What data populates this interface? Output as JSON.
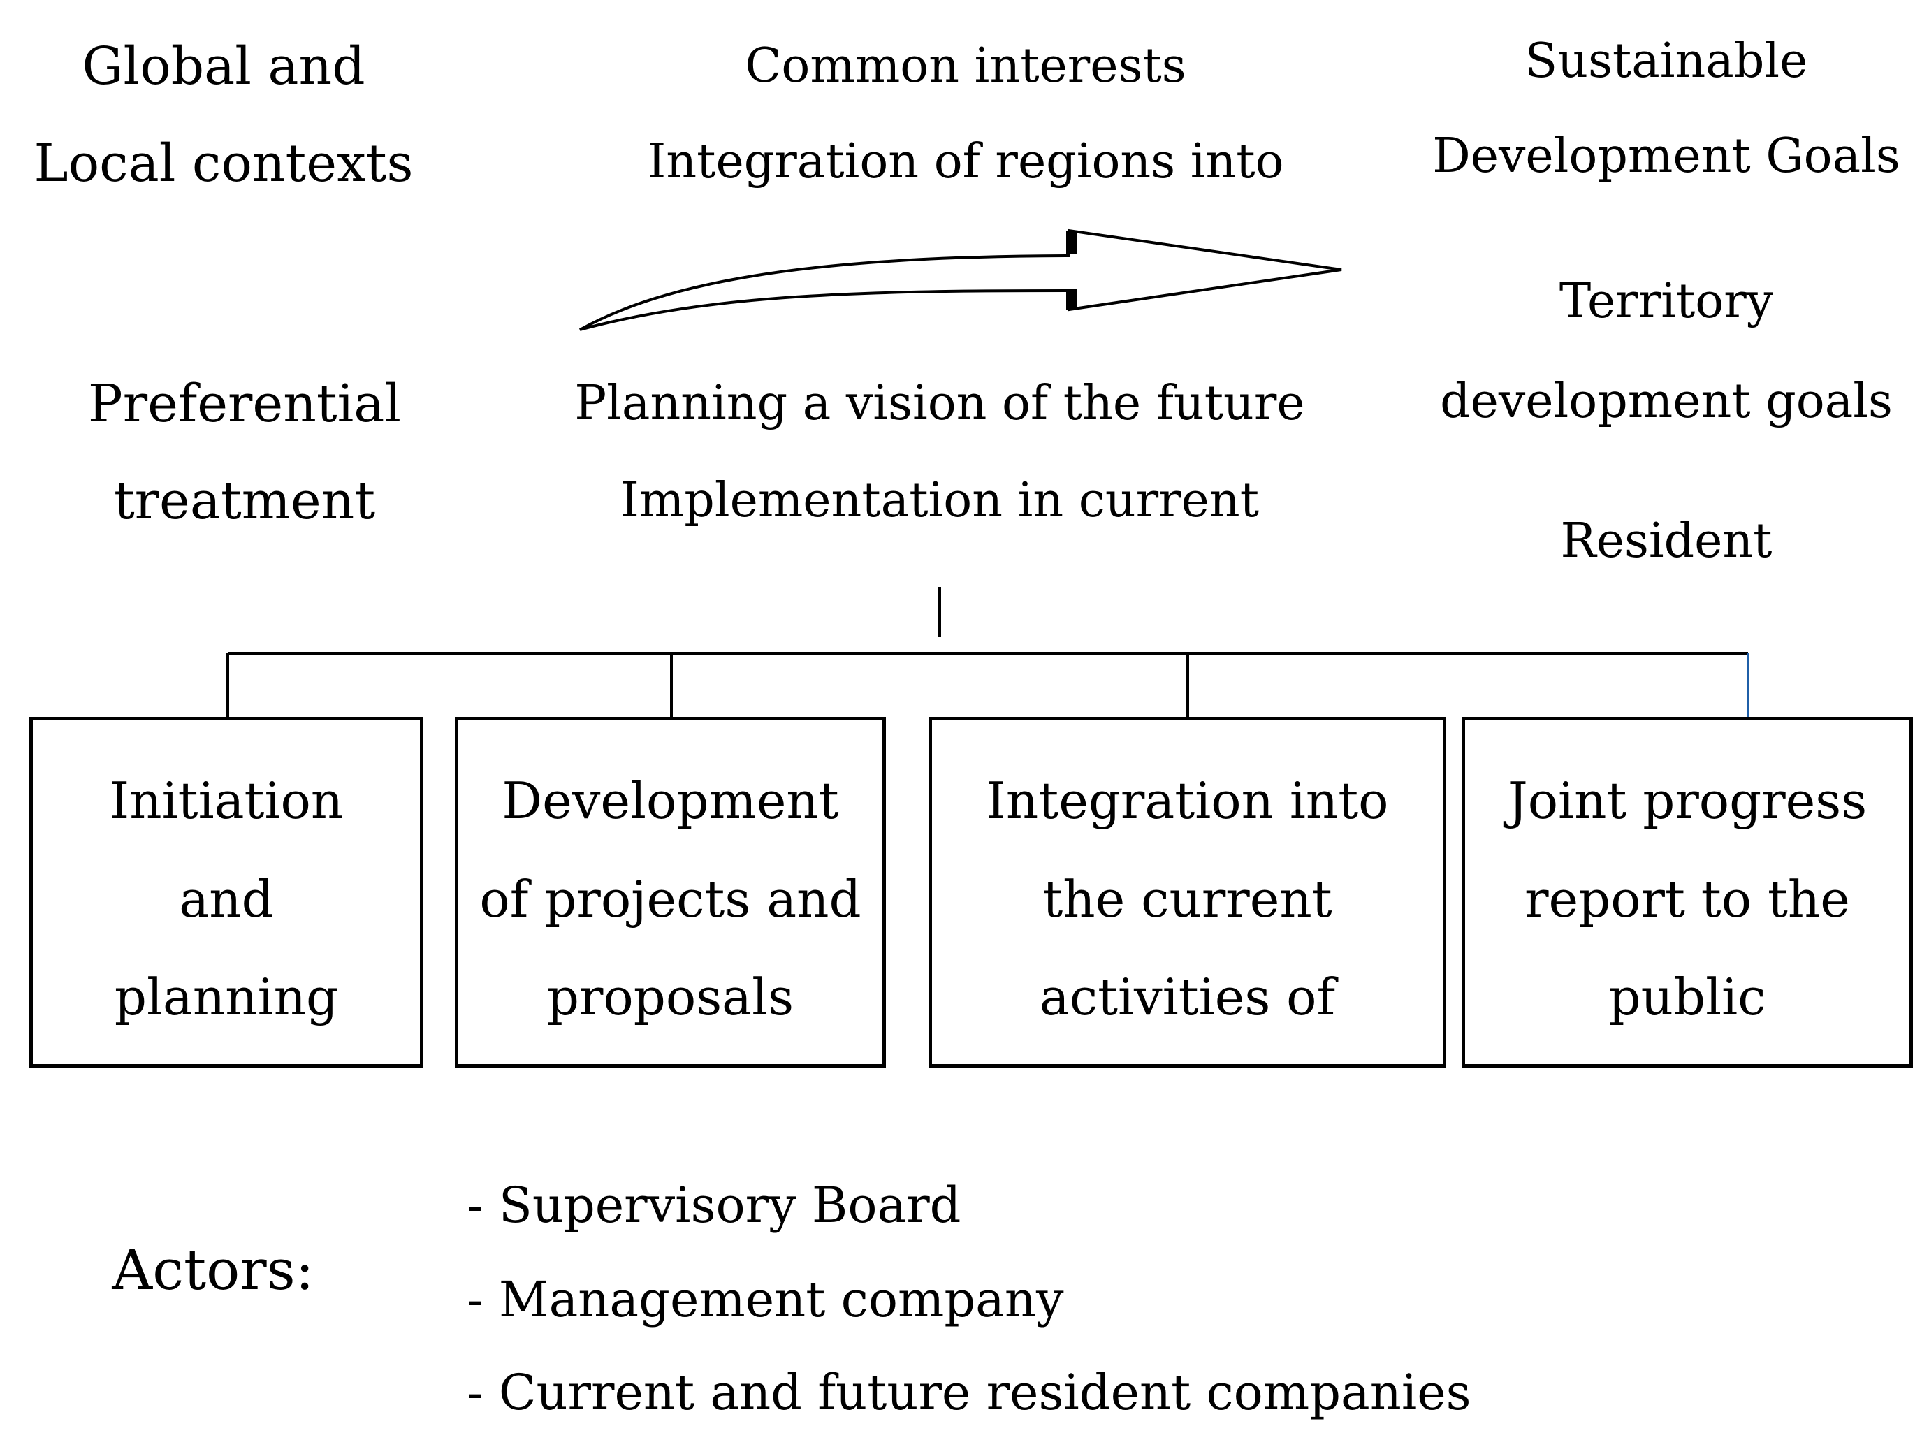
{
  "top_left": {
    "line1": "Global and",
    "line2": "Local contexts"
  },
  "top_center": {
    "line1": "Common interests",
    "line2": "Integration of regions into"
  },
  "top_right": {
    "line1": "Sustainable",
    "line2": "Development Goals"
  },
  "mid_left": {
    "line1": "Preferential",
    "line2": "treatment"
  },
  "mid_center": {
    "line1": "Planning a vision of the future",
    "line2": "Implementation in current"
  },
  "mid_right": {
    "line1": "Territory",
    "line2": "development goals",
    "line3": "Resident"
  },
  "stages": [
    {
      "line1": "Initiation",
      "line2": "and",
      "line3": "planning"
    },
    {
      "line1": "Development",
      "line2": "of projects  and",
      "line3": "proposals"
    },
    {
      "line1": "Integration into",
      "line2": "the current",
      "line3": "activities of"
    },
    {
      "line1": "Joint progress",
      "line2": "report to the",
      "line3": "public"
    }
  ],
  "actors": {
    "label": "Actors:",
    "items": [
      "- Supervisory Board",
      "- Management company",
      "- Current and future resident companies"
    ]
  }
}
